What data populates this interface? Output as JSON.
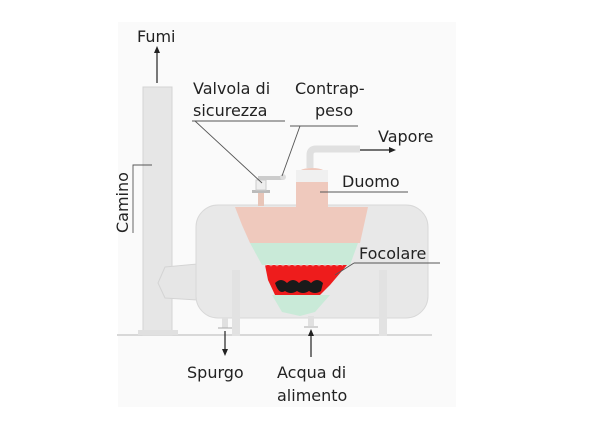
{
  "labels": {
    "fumi": "Fumi",
    "camino": "Camino",
    "valvola_line1": "Valvola di",
    "valvola_line2": "sicurezza",
    "contrappeso_line1": "Contrap-",
    "contrappeso_line2": "peso",
    "vapore": "Vapore",
    "duomo": "Duomo",
    "focolare": "Focolare",
    "spurgo": "Spurgo",
    "acqua_line1": "Acqua di",
    "acqua_line2": "alimento"
  },
  "colors": {
    "structure": "#e6e6e6",
    "steam": "#efc9bd",
    "water": "#c9ead8",
    "fire": "#ee1c1c",
    "coal": "#1a1a1a"
  }
}
